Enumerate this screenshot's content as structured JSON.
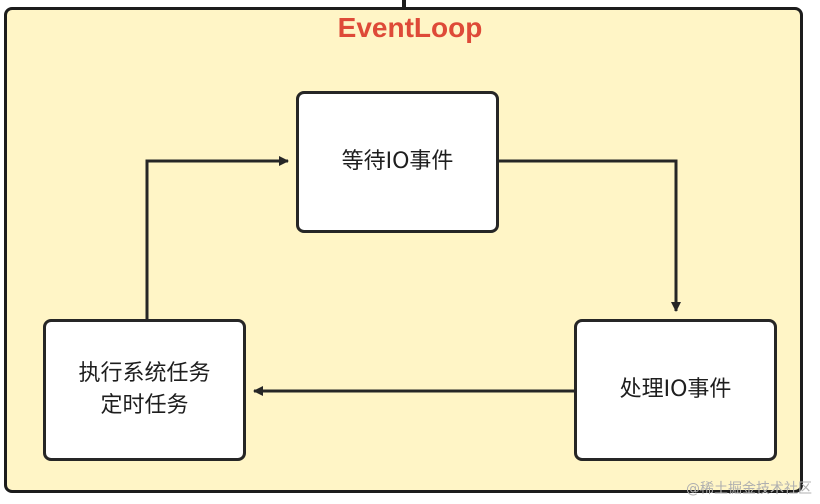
{
  "diagram": {
    "title": "EventLoop",
    "nodes": [
      {
        "id": "wait",
        "label": "等待IO事件"
      },
      {
        "id": "handle",
        "label": "处理IO事件"
      },
      {
        "id": "exec",
        "label": "执行系统任务\n定时任务"
      }
    ],
    "edges": [
      {
        "from": "wait",
        "to": "handle"
      },
      {
        "from": "handle",
        "to": "exec"
      },
      {
        "from": "exec",
        "to": "wait"
      }
    ]
  },
  "watermark": "@稀土掘金技术社区",
  "colors": {
    "background": "#fff5c6",
    "border": "#1c1c1c",
    "title": "#de4a38",
    "node_fill": "#ffffff"
  }
}
